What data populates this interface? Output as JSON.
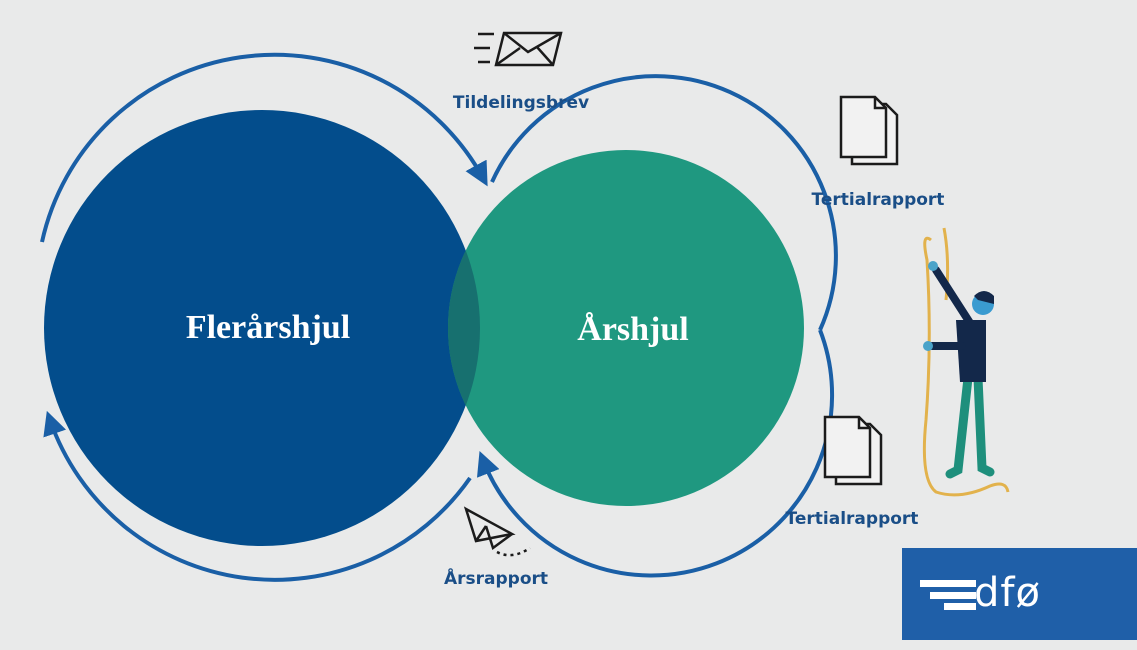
{
  "diagram": {
    "circles": {
      "left_label": "Flerårshjul",
      "right_label": "Årshjul"
    },
    "items": {
      "top_label": "Tildelingsbrev",
      "tertial_top_label": "Tertialrapport",
      "tertial_bottom_label": "Tertialrapport",
      "bottom_label": "Årsrapport"
    },
    "icons": {
      "top": "envelope-icon",
      "tertial_top": "document-stack-icon",
      "tertial_bottom": "document-stack-icon",
      "bottom": "paper-plane-icon",
      "illustration": "person-climbing-rope"
    },
    "colors": {
      "left_circle": "#034d8c",
      "right_circle": "#1f9880",
      "overlap": "#17706f",
      "arrows": "#1a5fa6",
      "label_text": "#1a4e87",
      "background": "#e9eaea"
    }
  },
  "logo": {
    "text": "dfø",
    "background": "#1f5fa8"
  }
}
